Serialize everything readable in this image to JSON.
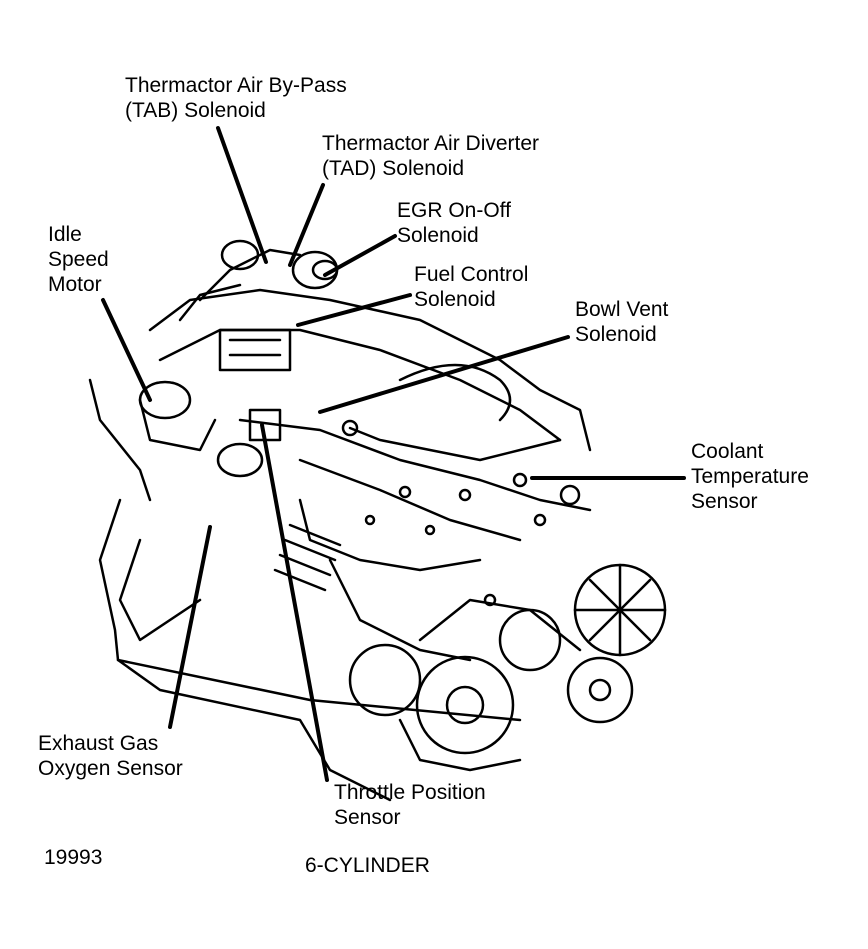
{
  "labels": {
    "tab_solenoid": [
      "Thermactor Air By-Pass",
      "(TAB) Solenoid"
    ],
    "tad_solenoid": [
      "Thermactor Air Diverter",
      "(TAD) Solenoid"
    ],
    "egr_solenoid": [
      "EGR On-Off",
      "Solenoid"
    ],
    "idle_speed_motor": [
      "Idle",
      "Speed",
      "Motor"
    ],
    "fuel_control_solenoid": [
      "Fuel Control",
      "Solenoid"
    ],
    "bowl_vent_solenoid": [
      "Bowl Vent",
      "Solenoid"
    ],
    "coolant_temperature_sensor": [
      "Coolant",
      "Temperature",
      "Sensor"
    ],
    "exhaust_gas_oxygen_sensor": [
      "Exhaust Gas",
      "Oxygen Sensor"
    ],
    "throttle_position_sensor": [
      "Throttle Position",
      "Sensor"
    ]
  },
  "figure_number": "19993",
  "caption": "6-CYLINDER"
}
